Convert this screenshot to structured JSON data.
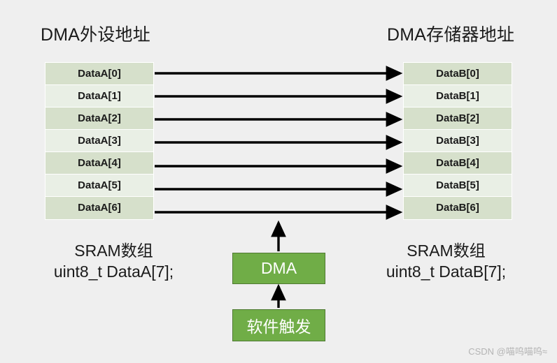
{
  "background_color": "#efefef",
  "headings": {
    "left": "DMA外设地址",
    "right": "DMA存储器地址"
  },
  "tables": {
    "left": {
      "name": "DataA",
      "rows": [
        "DataA[0]",
        "DataA[1]",
        "DataA[2]",
        "DataA[3]",
        "DataA[4]",
        "DataA[5]",
        "DataA[6]"
      ]
    },
    "right": {
      "name": "DataB",
      "rows": [
        "DataB[0]",
        "DataB[1]",
        "DataB[2]",
        "DataB[3]",
        "DataB[4]",
        "DataB[5]",
        "DataB[6]"
      ]
    },
    "row_colors": {
      "even": "#d6e0cb",
      "odd": "#e9efe5"
    }
  },
  "captions": {
    "left": {
      "line1": "SRAM数组",
      "line2": "uint8_t DataA[7];"
    },
    "right": {
      "line1": "SRAM数组",
      "line2": "uint8_t DataB[7];"
    }
  },
  "boxes": {
    "dma": {
      "label": "DMA",
      "fill": "#70ad47",
      "border": "#4f7a32",
      "text_color": "#ffffff"
    },
    "trigger": {
      "label": "软件触发",
      "fill": "#70ad47",
      "border": "#4f7a32",
      "text_color": "#ffffff"
    }
  },
  "arrows": {
    "transfer_count": 7,
    "transfer_direction": "left-to-right",
    "vertical_up_from_dma": "dma-to-memory-arrow",
    "vertical_up_from_trigger": "trigger-to-dma-arrow",
    "color": "#000000"
  },
  "watermark": "CSDN @喵呜喵呜≈"
}
